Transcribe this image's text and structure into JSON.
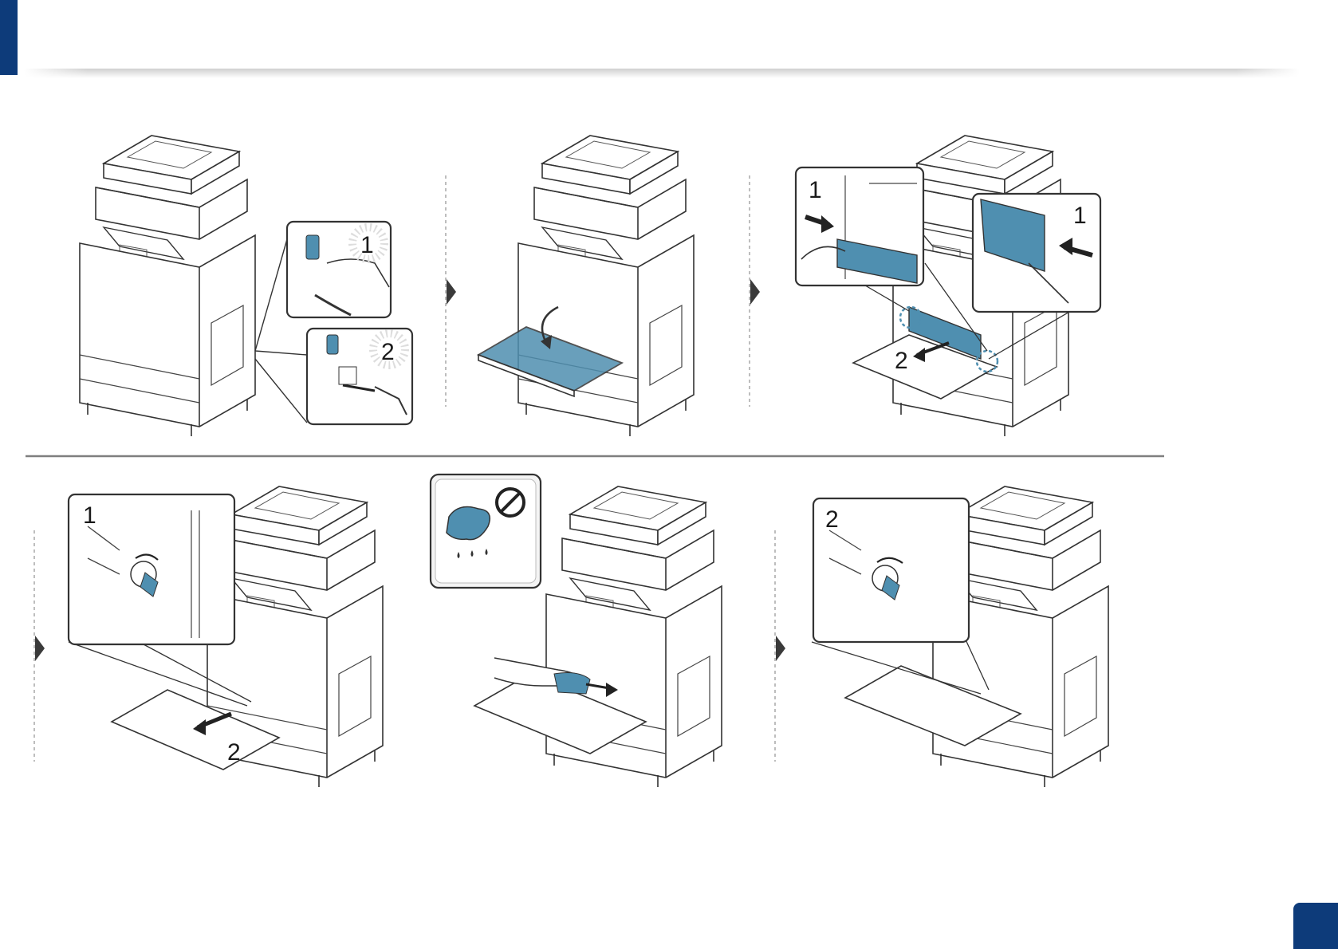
{
  "colors": {
    "brand_blue": "#0d3b7a",
    "callout_blue": "#4f8fb0",
    "line": "#333333",
    "rule": "#7f7f7f",
    "dashed": "#9a9a9a"
  },
  "steps": [
    {
      "panel": "unplug-power",
      "callouts": [
        "1",
        "2"
      ]
    },
    {
      "panel": "open-front-cover",
      "callouts": []
    },
    {
      "panel": "remove-waste-toner-container",
      "callouts": [
        "1",
        "1",
        "2"
      ]
    },
    {
      "panel": "release-lever",
      "callouts": [
        "1",
        "2"
      ]
    },
    {
      "panel": "wipe-with-dry-cloth",
      "callouts": [],
      "warning_icon": "no-wet-cloth-icon"
    },
    {
      "panel": "lock-lever",
      "callouts": [
        "2"
      ]
    }
  ],
  "icons": [
    "arrow-right-icon",
    "prohibited-icon",
    "wet-cloth-icon"
  ]
}
